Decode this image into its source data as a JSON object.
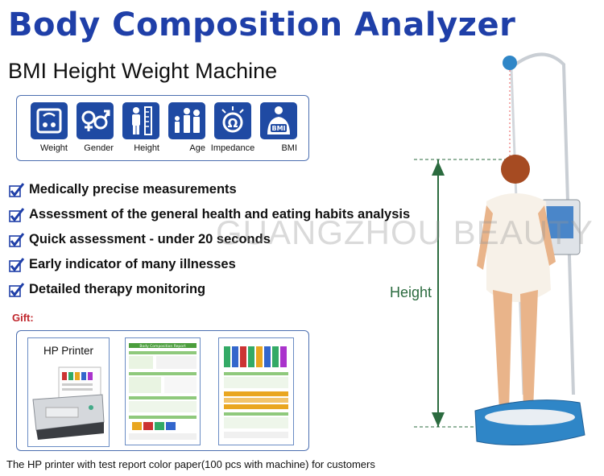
{
  "title": "Body Composition Analyzer",
  "subtitle": "BMI Height Weight Machine",
  "icons": [
    {
      "label": "Weight",
      "icon": "weight-scale-icon"
    },
    {
      "label": "Gender",
      "icon": "gender-icon"
    },
    {
      "label": "Height",
      "icon": "height-ruler-icon"
    },
    {
      "label": "Age",
      "icon": "family-age-icon"
    },
    {
      "label": "Impedance",
      "icon": "impedance-icon"
    },
    {
      "label": "BMI",
      "icon": "bmi-person-icon"
    }
  ],
  "features": [
    "Medically precise measurements",
    "Assessment of the general health and eating habits analysis",
    "Quick assessment - under 20 seconds",
    "Early indicator of many illnesses",
    "Detailed therapy monitoring"
  ],
  "gift": {
    "heading": "Gift:",
    "printer_label": "HP Printer",
    "report_title": "Body Composition Report"
  },
  "caption": "The HP printer with test report color paper(100 pcs with machine) for customers",
  "watermark": "GUANGZHOU BEAUTY LIFE",
  "height_label": "Height",
  "colors": {
    "title": "#1f3fa8",
    "icon_bg": "#1f4aa3",
    "gift": "#c0272d",
    "height_arrow": "#2b6b3f"
  }
}
